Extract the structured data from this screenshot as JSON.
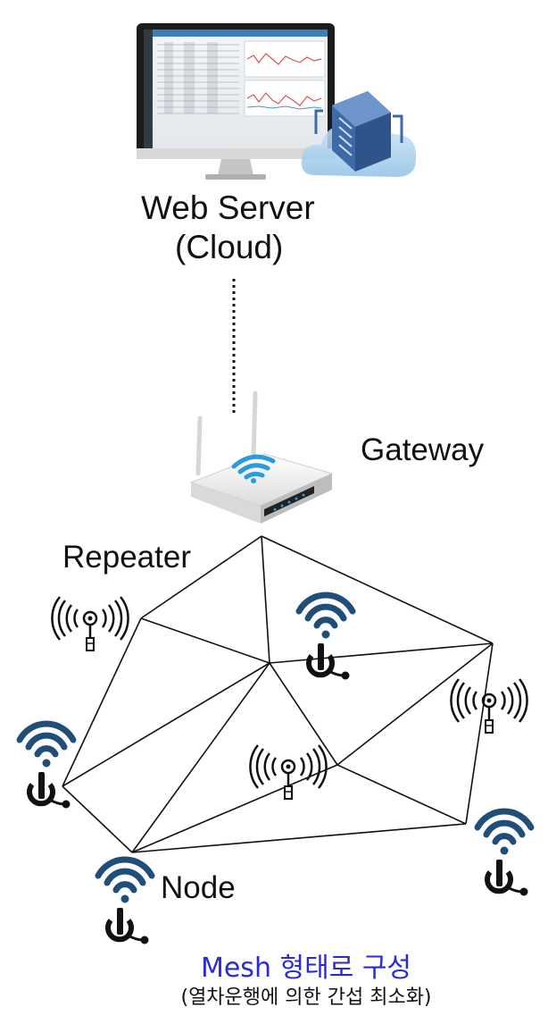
{
  "labels": {
    "web_server": "Web Server",
    "cloud": "(Cloud)",
    "gateway": "Gateway",
    "repeater": "Repeater",
    "node": "Node"
  },
  "caption": {
    "title": "Mesh 형태로 구성",
    "subtitle": "(열차운행에 의한 간섭 최소화)",
    "title_color": "#2a2ad6"
  },
  "colors": {
    "node_wifi": "#1f4e79",
    "gateway_wifi": "#2b9be0",
    "line": "#111111"
  },
  "icons": {
    "monitor": "monitor-icon",
    "cloud": "cloud-server-icon",
    "router": "router-icon",
    "repeater": "repeater-antenna-icon",
    "node": "node-sensor-icon"
  }
}
